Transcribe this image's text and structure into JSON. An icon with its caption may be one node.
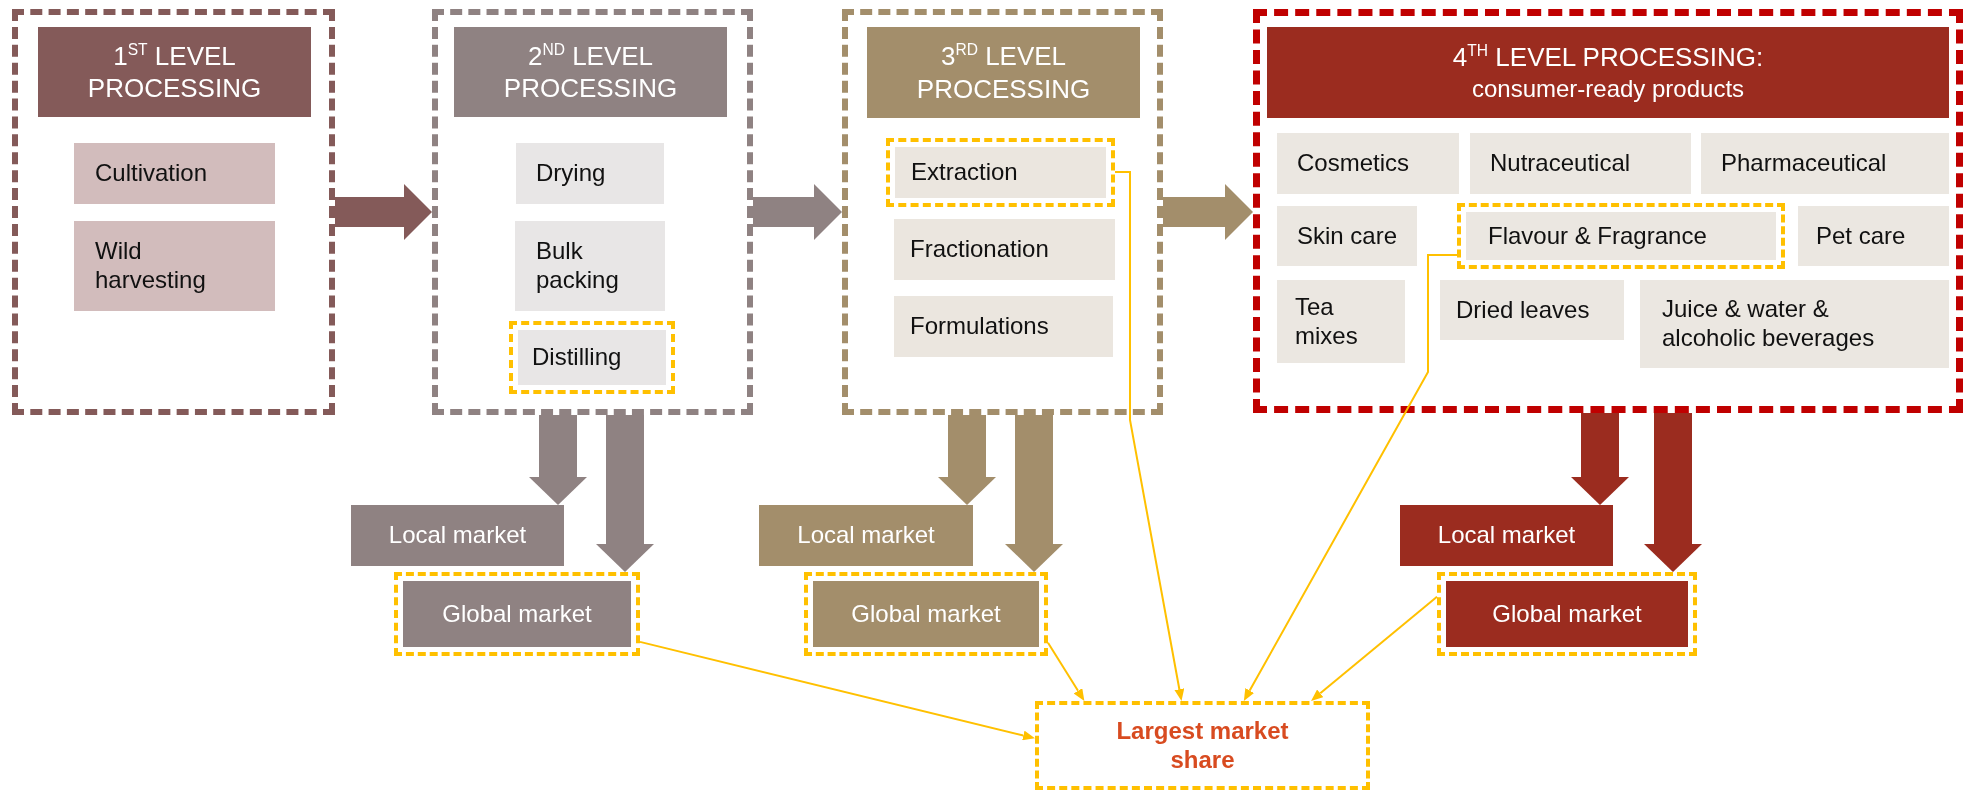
{
  "diagram": {
    "nodes": [
      {
        "text": [
          "1$^{ST}$ LEVEL PROCESSING"
        ]
      },
      {
        "text": [
          "Cultivation"
        ],
        "in": 0
      },
      {
        "text": [
          "Wild harvesting"
        ],
        "in": 0
      },
      {
        "text": [
          "2$^{ND}$ LEVEL PROCESSING"
        ]
      },
      {
        "text": [
          "Drying"
        ],
        "in": 3
      },
      {
        "text": [
          "Bulk packing"
        ],
        "in": 3
      },
      {
        "text": [
          "Distilling"
        ],
        "in": 3
      },
      {
        "text": [
          "3$^{RD}$ LEVEL PROCESSING"
        ]
      },
      {
        "text": [
          "Extraction"
        ],
        "in": 7
      },
      {
        "text": [
          "Fractionation"
        ],
        "in": 7
      },
      {
        "text": [
          "Formulations"
        ],
        "in": 7
      },
      {
        "text": [
          "4$^{TH}$ LEVEL PROCESSING:",
          "consumer-ready products"
        ]
      },
      {
        "text": [
          "Cosmetics"
        ],
        "in": 11
      },
      {
        "text": [
          "Nutraceutical"
        ],
        "in": 11
      },
      {
        "text": [
          "Pharmaceutical"
        ],
        "in": 11
      },
      {
        "text": [
          "Skin care"
        ],
        "in": 11
      },
      {
        "text": [
          "Flavour & Fragrance"
        ],
        "in": 11
      },
      {
        "text": [
          "Pet care"
        ],
        "in": 11
      },
      {
        "text": [
          "Tea mixes"
        ],
        "in": 11
      },
      {
        "text": [
          "Dried leaves"
        ],
        "in": 11
      },
      {
        "text": [
          "Juice & water & alcoholic beverages"
        ],
        "in": 11
      },
      {
        "text": [
          "Local market"
        ]
      },
      {
        "text": [
          "Global market"
        ]
      },
      {
        "text": [
          "Local market"
        ]
      },
      {
        "text": [
          "Global market"
        ]
      },
      {
        "text": [
          "Local market"
        ]
      },
      {
        "text": [
          "Global market"
        ]
      },
      {
        "text": [
          "Largest market share"
        ]
      }
    ],
    "edges": [
      {
        "from": 0,
        "to": 3,
        "arrow": "to",
        "color": "#845a59"
      },
      {
        "from": 3,
        "to": 7,
        "arrow": "to",
        "color": "#8f8282"
      },
      {
        "from": 7,
        "to": 11,
        "arrow": "to",
        "color": "#a38e6b"
      },
      {
        "from": 3,
        "to": 21,
        "arrow": "to",
        "color": "#8f8282"
      },
      {
        "from": 3,
        "to": 22,
        "arrow": "to",
        "color": "#8f8282"
      },
      {
        "from": 7,
        "to": 23,
        "arrow": "to",
        "color": "#a38e6b"
      },
      {
        "from": 7,
        "to": 24,
        "arrow": "to",
        "color": "#a38e6b"
      },
      {
        "from": 11,
        "to": 25,
        "arrow": "to",
        "color": "#9b2c1f"
      },
      {
        "from": 11,
        "to": 26,
        "arrow": "to",
        "color": "#9b2c1f"
      },
      {
        "from": 22,
        "to": 27,
        "arrow": "to",
        "color": "#ffc000"
      },
      {
        "from": 24,
        "to": 27,
        "arrow": "to",
        "color": "#ffc000"
      },
      {
        "from": 8,
        "to": 27,
        "arrow": "to",
        "color": "#ffc000"
      },
      {
        "from": 16,
        "to": 27,
        "arrow": "to",
        "color": "#ffc000"
      },
      {
        "from": 26,
        "to": 27,
        "arrow": "to",
        "color": "#ffc000"
      }
    ]
  }
}
